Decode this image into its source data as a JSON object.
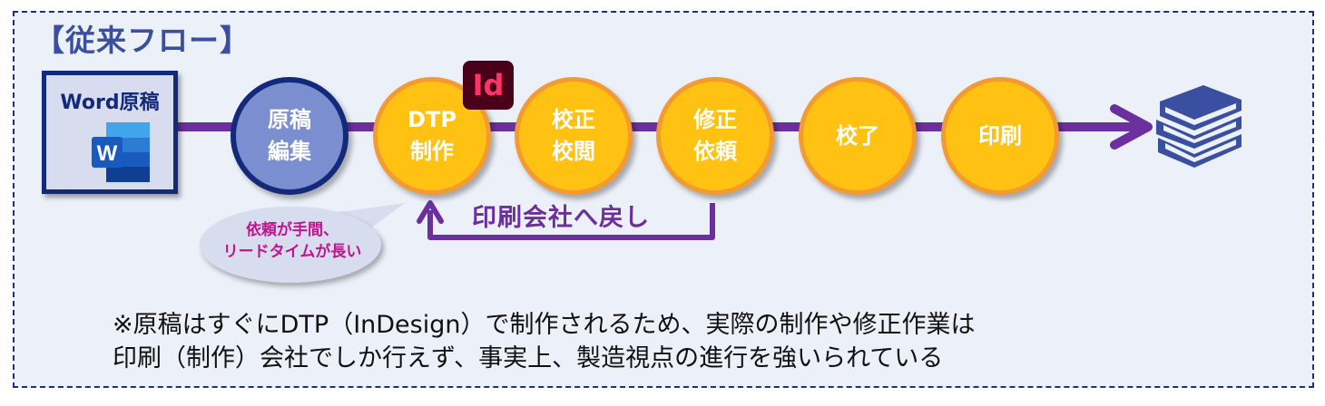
{
  "title": "【従来フロー】",
  "word_box": {
    "label": "Word原稿",
    "icon": "word-icon"
  },
  "steps": [
    {
      "label": "原稿\n編集",
      "style": "blue"
    },
    {
      "label": "DTP\n制作",
      "style": "orange"
    },
    {
      "label": "校正\n校閲",
      "style": "orange"
    },
    {
      "label": "修正\n依頼",
      "style": "orange"
    },
    {
      "label": "校了",
      "style": "orange"
    },
    {
      "label": "印刷",
      "style": "orange"
    }
  ],
  "indesign_badge": "Id",
  "return_arrow_label": "印刷会社へ戻し",
  "callout": {
    "line1": "依頼が手間、",
    "line2": "リードタイムが長い"
  },
  "note": {
    "line1": "※原稿はすぐにDTP（InDesign）で制作されるため、実際の制作や修正作業は",
    "line2": "印刷（制作）会社でしか行えず、事実上、製造視点の進行を強いられている"
  },
  "colors": {
    "flow_line": "#6c2f9e",
    "title": "#3a4fa0",
    "orange_fill": "#ffc112",
    "blue_fill": "#7b8fd0",
    "callout_text": "#c0158d"
  },
  "end_icon": "books-icon"
}
